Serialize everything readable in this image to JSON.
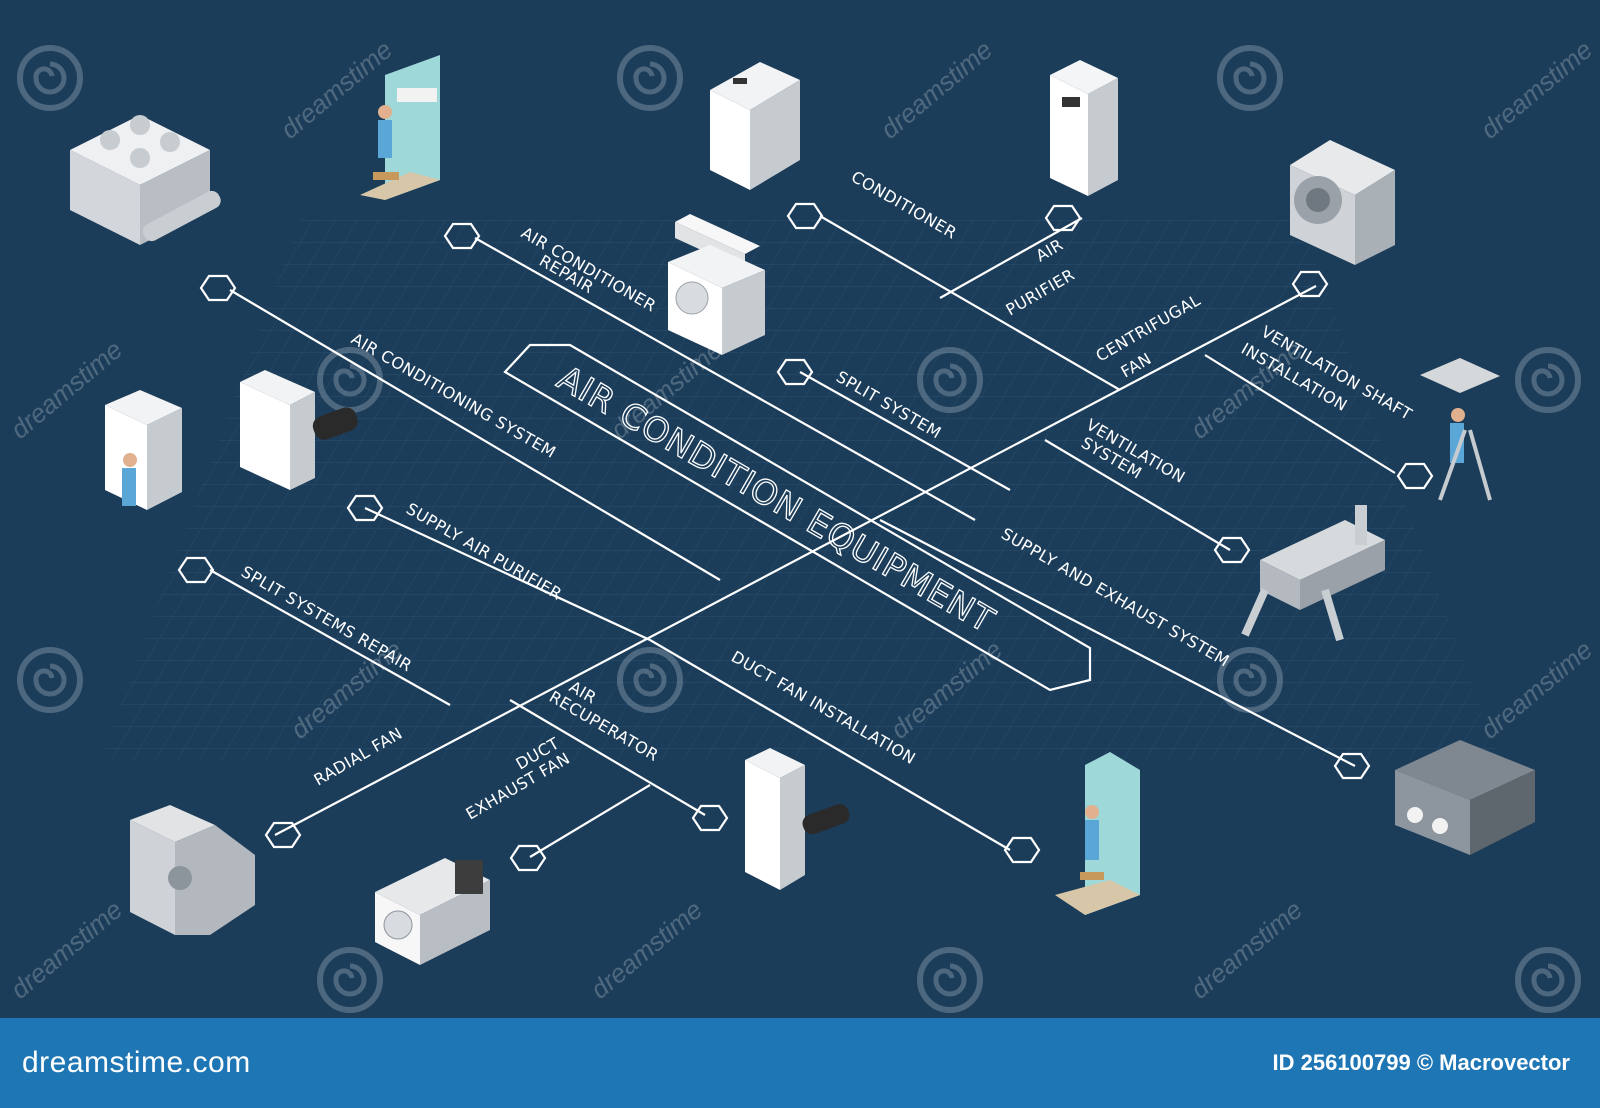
{
  "title": "AIR CONDITION EQUIPMENT",
  "labels": {
    "conditioner": "CONDITIONER",
    "air_purifier_1": "AIR",
    "air_purifier_2": "PURIFIER",
    "ac_repair_1": "AIR CONDITIONER",
    "ac_repair_2": "REPAIR",
    "split_system": "SPLIT SYSTEM",
    "centrifugal_1": "CENTRIFUGAL",
    "centrifugal_2": "FAN",
    "vent_shaft_1": "VENTILATION SHAFT",
    "vent_shaft_2": "INSTALLATION",
    "ac_system": "AIR CONDITIONING SYSTEM",
    "vent_system_1": "VENTILATION",
    "vent_system_2": "SYSTEM",
    "supply_purifier": "SUPPLY AIR PURIFIER",
    "supply_exhaust": "SUPPLY AND EXHAUST SYSTEM",
    "split_repair": "SPLIT SYSTEMS REPAIR",
    "air_recup_1": "AIR",
    "air_recup_2": "RECUPERATOR",
    "duct_fan_install": "DUCT FAN INSTALLATION",
    "radial_fan": "RADIAL FAN",
    "duct_exhaust_1": "DUCT",
    "duct_exhaust_2": "EXHAUST FAN"
  },
  "watermark": "dreamstime",
  "footer": {
    "brand": "dreamstime.com",
    "credit": "ID 256100799 © Macrovector"
  },
  "colors": {
    "background": "#1c3d5a",
    "lines": "#ffffff",
    "footer": "#1f76b4"
  }
}
